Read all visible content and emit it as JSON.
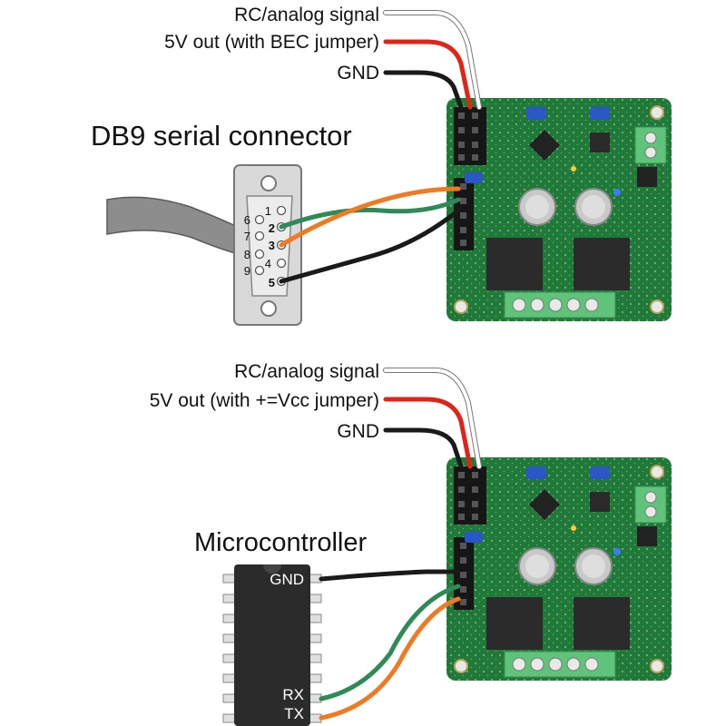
{
  "top_diagram": {
    "wire_labels": {
      "rc_signal": "RC/analog signal",
      "five_volt_out": "5V out (with BEC jumper)",
      "gnd": "GND"
    },
    "connector_title": "DB9 serial connector",
    "db9_pin_labels": [
      "1",
      "2",
      "3",
      "4",
      "5",
      "6",
      "7",
      "8",
      "9"
    ]
  },
  "bottom_diagram": {
    "wire_labels": {
      "rc_signal": "RC/analog signal",
      "five_volt_out": "5V out (with +=Vcc jumper)",
      "gnd": "GND"
    },
    "mcu_title": "Microcontroller",
    "mcu_pins": {
      "gnd": "GND",
      "rx": "RX",
      "tx": "TX"
    }
  },
  "colors": {
    "signal_wire": "#ffffff",
    "power_wire": "#e2231a",
    "ground_wire": "#1a1a1a",
    "green_wire": "#2e8b57",
    "orange_wire": "#f07a22",
    "pcb": "#1f7a3a",
    "terminal_block": "#5fc47a",
    "chip": "#2b2b2b"
  }
}
